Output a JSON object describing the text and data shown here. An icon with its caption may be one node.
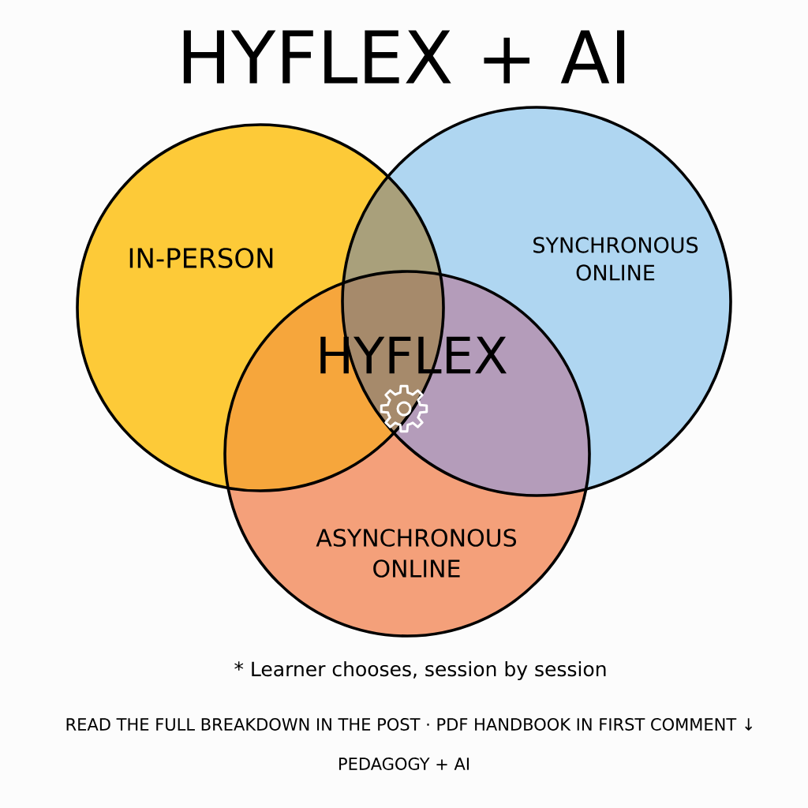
{
  "diagram": {
    "title": "HYFLEX + AI",
    "caption": "* Learner chooses, session by session",
    "nodes": [
      {
        "text": [
          "IN-PERSON"
        ]
      },
      {
        "text": [
          "SYNCHRONOUS ONLINE"
        ]
      },
      {
        "text": [
          "ASYNCHRONOUS ONLINE"
        ]
      }
    ],
    "labels": [
      "HYFLEX",
      "READ THE FULL BREAKDOWN IN THE POST · PDF HANDBOOK IN FIRST COMMENT ↓",
      "PEDAGOGY + AI"
    ]
  }
}
